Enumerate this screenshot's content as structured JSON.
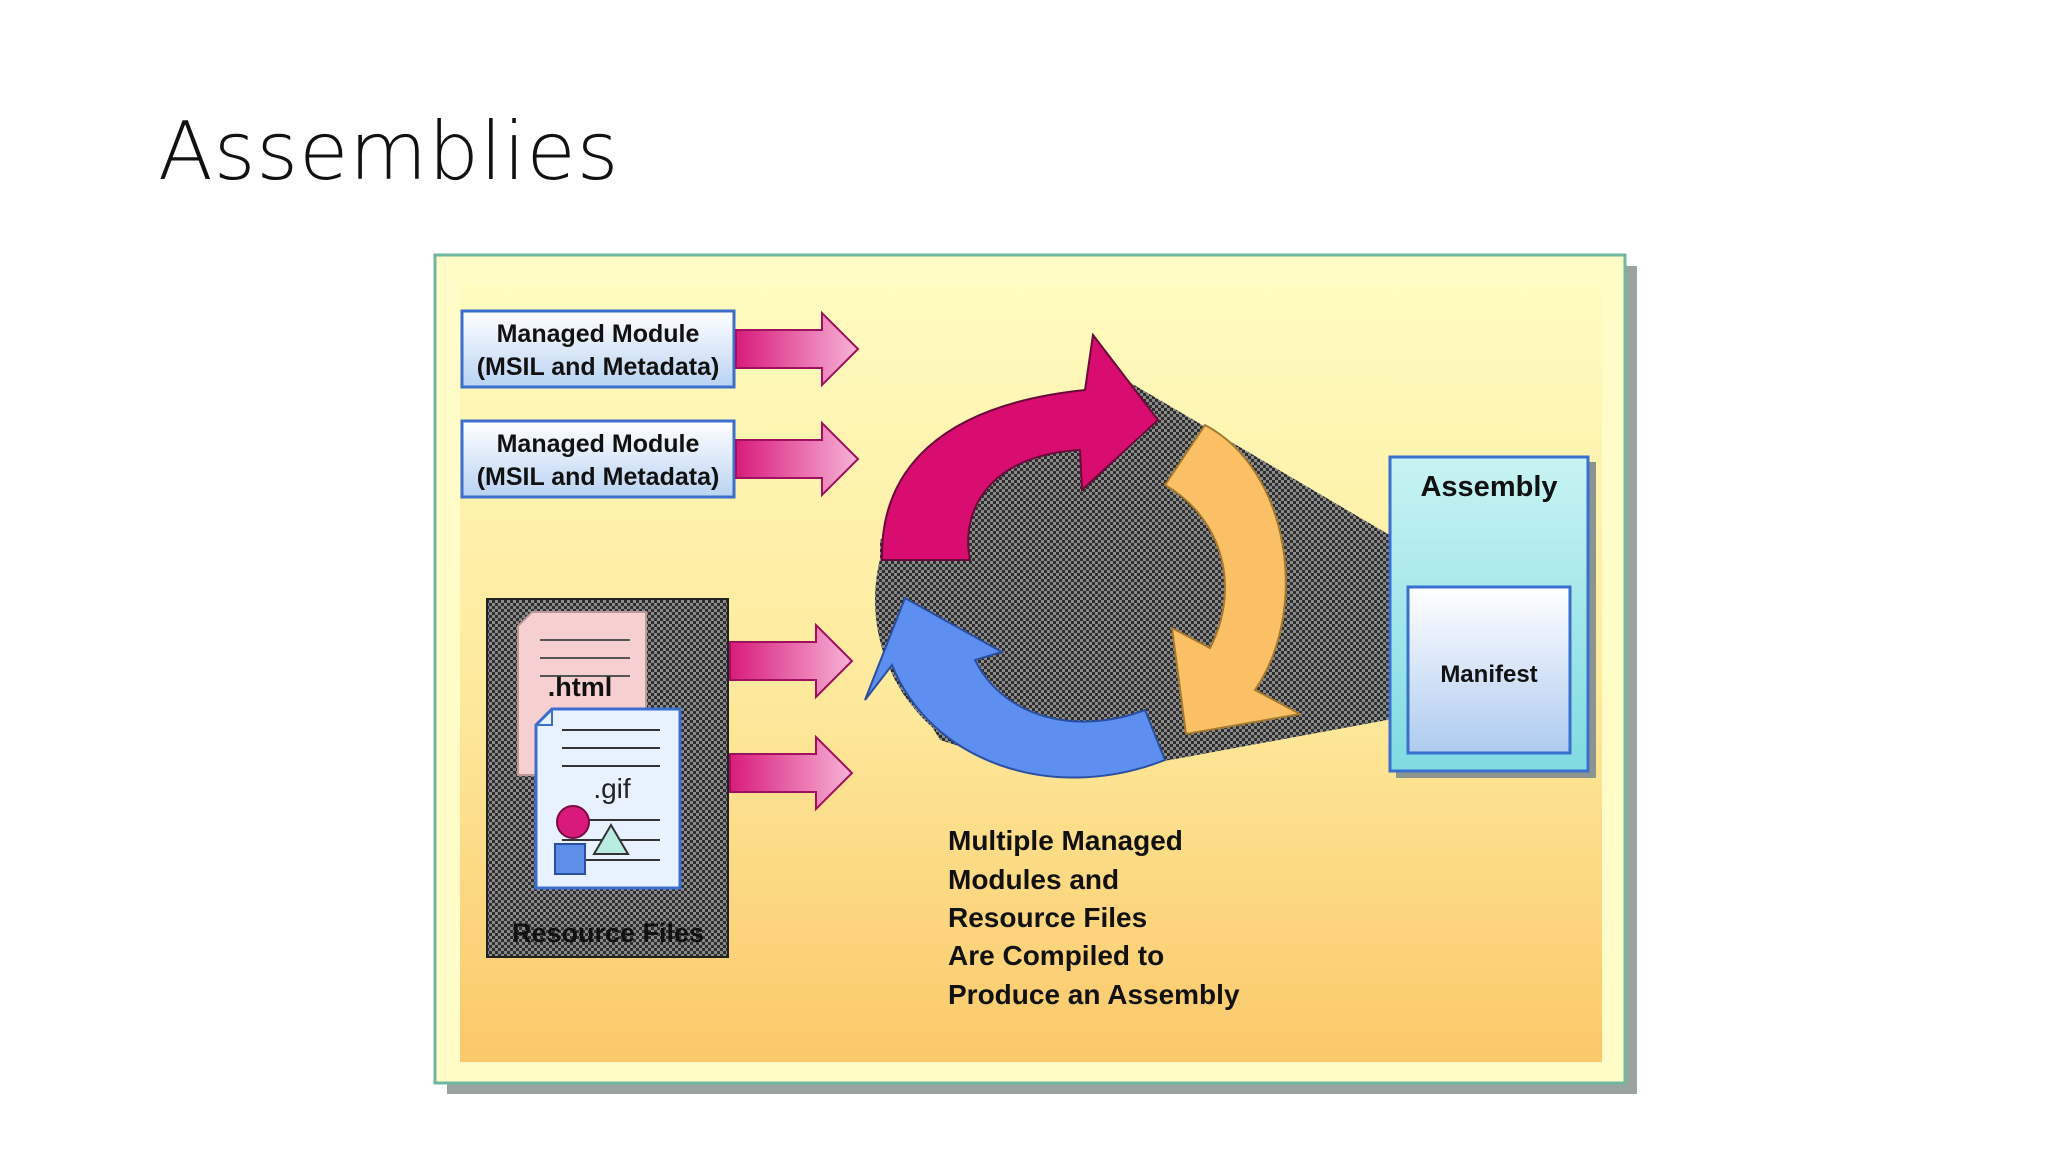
{
  "slide": {
    "title": "Assemblies"
  },
  "diagram": {
    "modules": [
      {
        "line1": "Managed Module",
        "line2": "(MSIL and Metadata)"
      },
      {
        "line1": "Managed Module",
        "line2": "(MSIL and Metadata)"
      }
    ],
    "resources": {
      "label": "Resource Files",
      "files": [
        ".html",
        ".gif"
      ]
    },
    "assembly": {
      "title": "Assembly",
      "manifest": "Manifest"
    },
    "caption": [
      "Multiple Managed",
      "Modules and",
      "Resource Files",
      "Are Compiled to",
      "Produce an Assembly"
    ]
  }
}
